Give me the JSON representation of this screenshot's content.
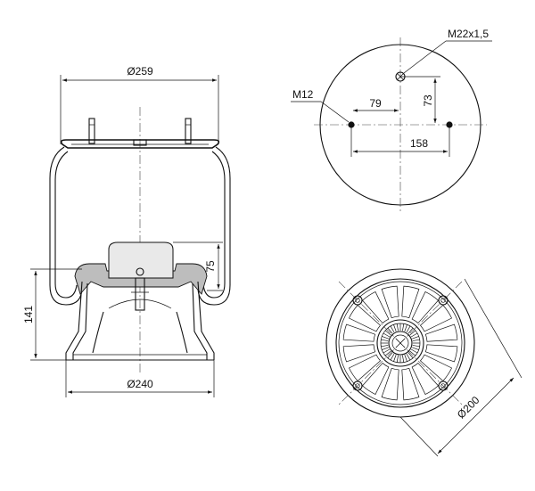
{
  "side_view": {
    "dim_top_diameter": "Ø259",
    "dim_bottom_diameter": "Ø240",
    "dim_height_left": "141",
    "dim_height_right": "75"
  },
  "top_view": {
    "label_thread_large": "M22x1,5",
    "label_thread_small": "M12",
    "dim_offset_x": "79",
    "dim_offset_y": "73",
    "dim_spacing": "158"
  },
  "bottom_view": {
    "dim_diameter": "Ø200"
  }
}
